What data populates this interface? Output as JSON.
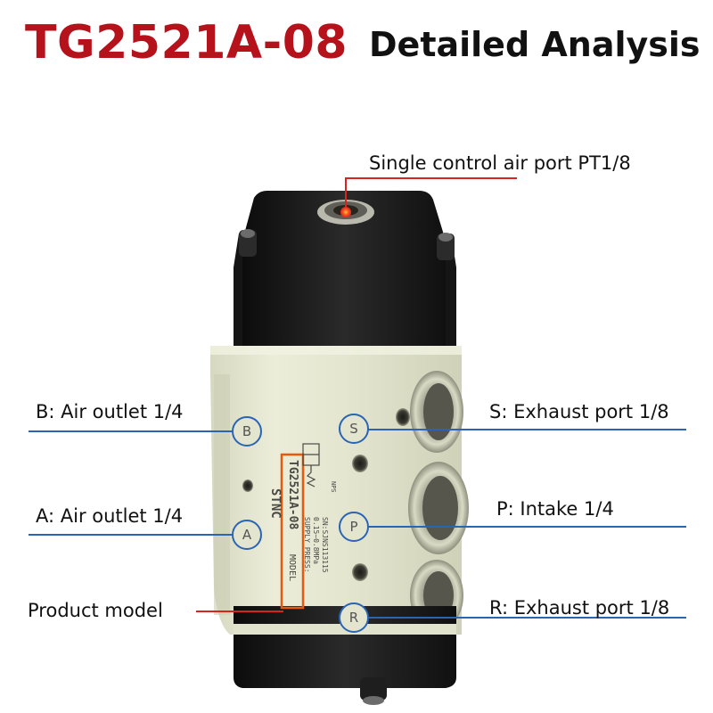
{
  "header": {
    "model_title": "TG2521A-08",
    "subtitle": "Detailed Analysis"
  },
  "callouts": {
    "control_port": "Single control air port PT1/8",
    "b_outlet": "B: Air outlet 1/4",
    "a_outlet": "A: Air outlet 1/4",
    "product_model": "Product model",
    "s_exhaust": "S: Exhaust port 1/8",
    "p_intake": "P: Intake 1/4",
    "r_exhaust": "R: Exhaust port 1/8"
  },
  "ports": {
    "b": "B",
    "a": "A",
    "s": "S",
    "p": "P",
    "r": "R"
  },
  "valve_body": {
    "brand": "STNC",
    "model_label": "MODEL",
    "model_code": "TG2521A-08",
    "supply_press": "SUPPLY PRESS:",
    "pressure_range": "0.15~0.8MPa",
    "serial": "SN:SJNS113115",
    "symbol_note": "NPS"
  },
  "colors": {
    "title_red": "#b5121b",
    "callout_blue": "#2a64b5",
    "callout_red": "#d9231e",
    "body_aluminum": "#e2e3cd",
    "cap_black": "#1a1a1a"
  }
}
